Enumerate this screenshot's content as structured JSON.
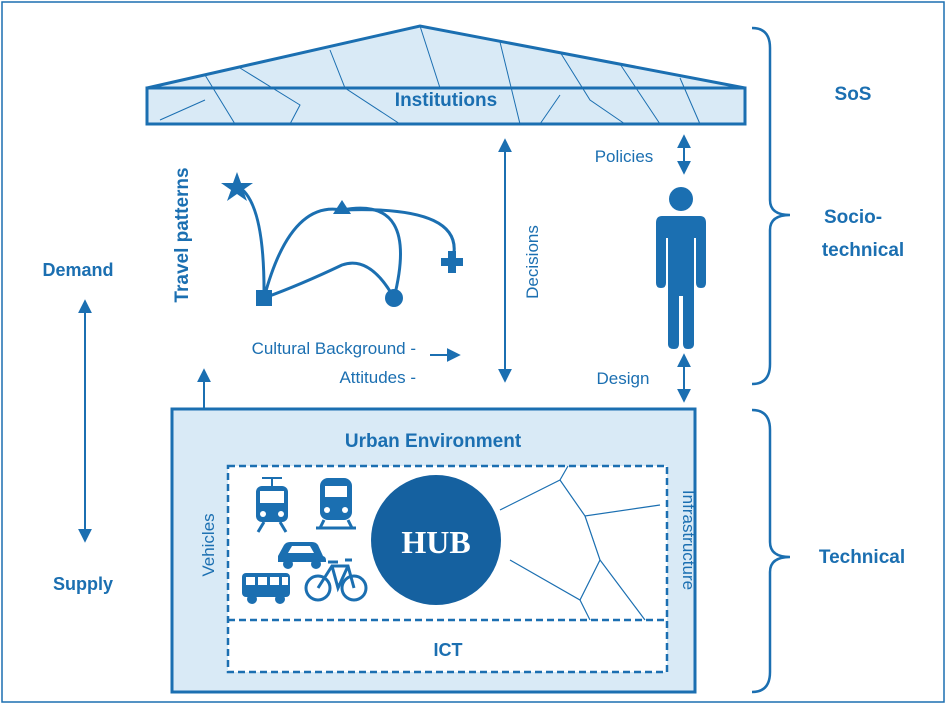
{
  "colors": {
    "primary": "#1b6fb1",
    "dark": "#1561a0",
    "light_fill": "#d9eaf6",
    "white": "#ffffff"
  },
  "labels": {
    "institutions": "Institutions",
    "policies": "Policies",
    "decisions": "Decisions",
    "travel_patterns": "Travel patterns",
    "cultural_background": "Cultural Background -",
    "attitudes": "Attitudes -",
    "design": "Design",
    "demand": "Demand",
    "supply": "Supply",
    "urban_environment": "Urban Environment",
    "vehicles": "Vehicles",
    "infrastructure": "Infrastructure",
    "hub": "HUB",
    "ict": "ICT",
    "sos": "SoS",
    "socio_line1": "Socio-",
    "socio_line2": "technical",
    "technical": "Technical"
  },
  "icons": [
    "star-icon",
    "triangle-icon",
    "cross-icon",
    "square-icon",
    "circle-icon",
    "person-icon",
    "tram-icon",
    "train-icon",
    "car-icon",
    "bus-icon",
    "bicycle-icon"
  ]
}
